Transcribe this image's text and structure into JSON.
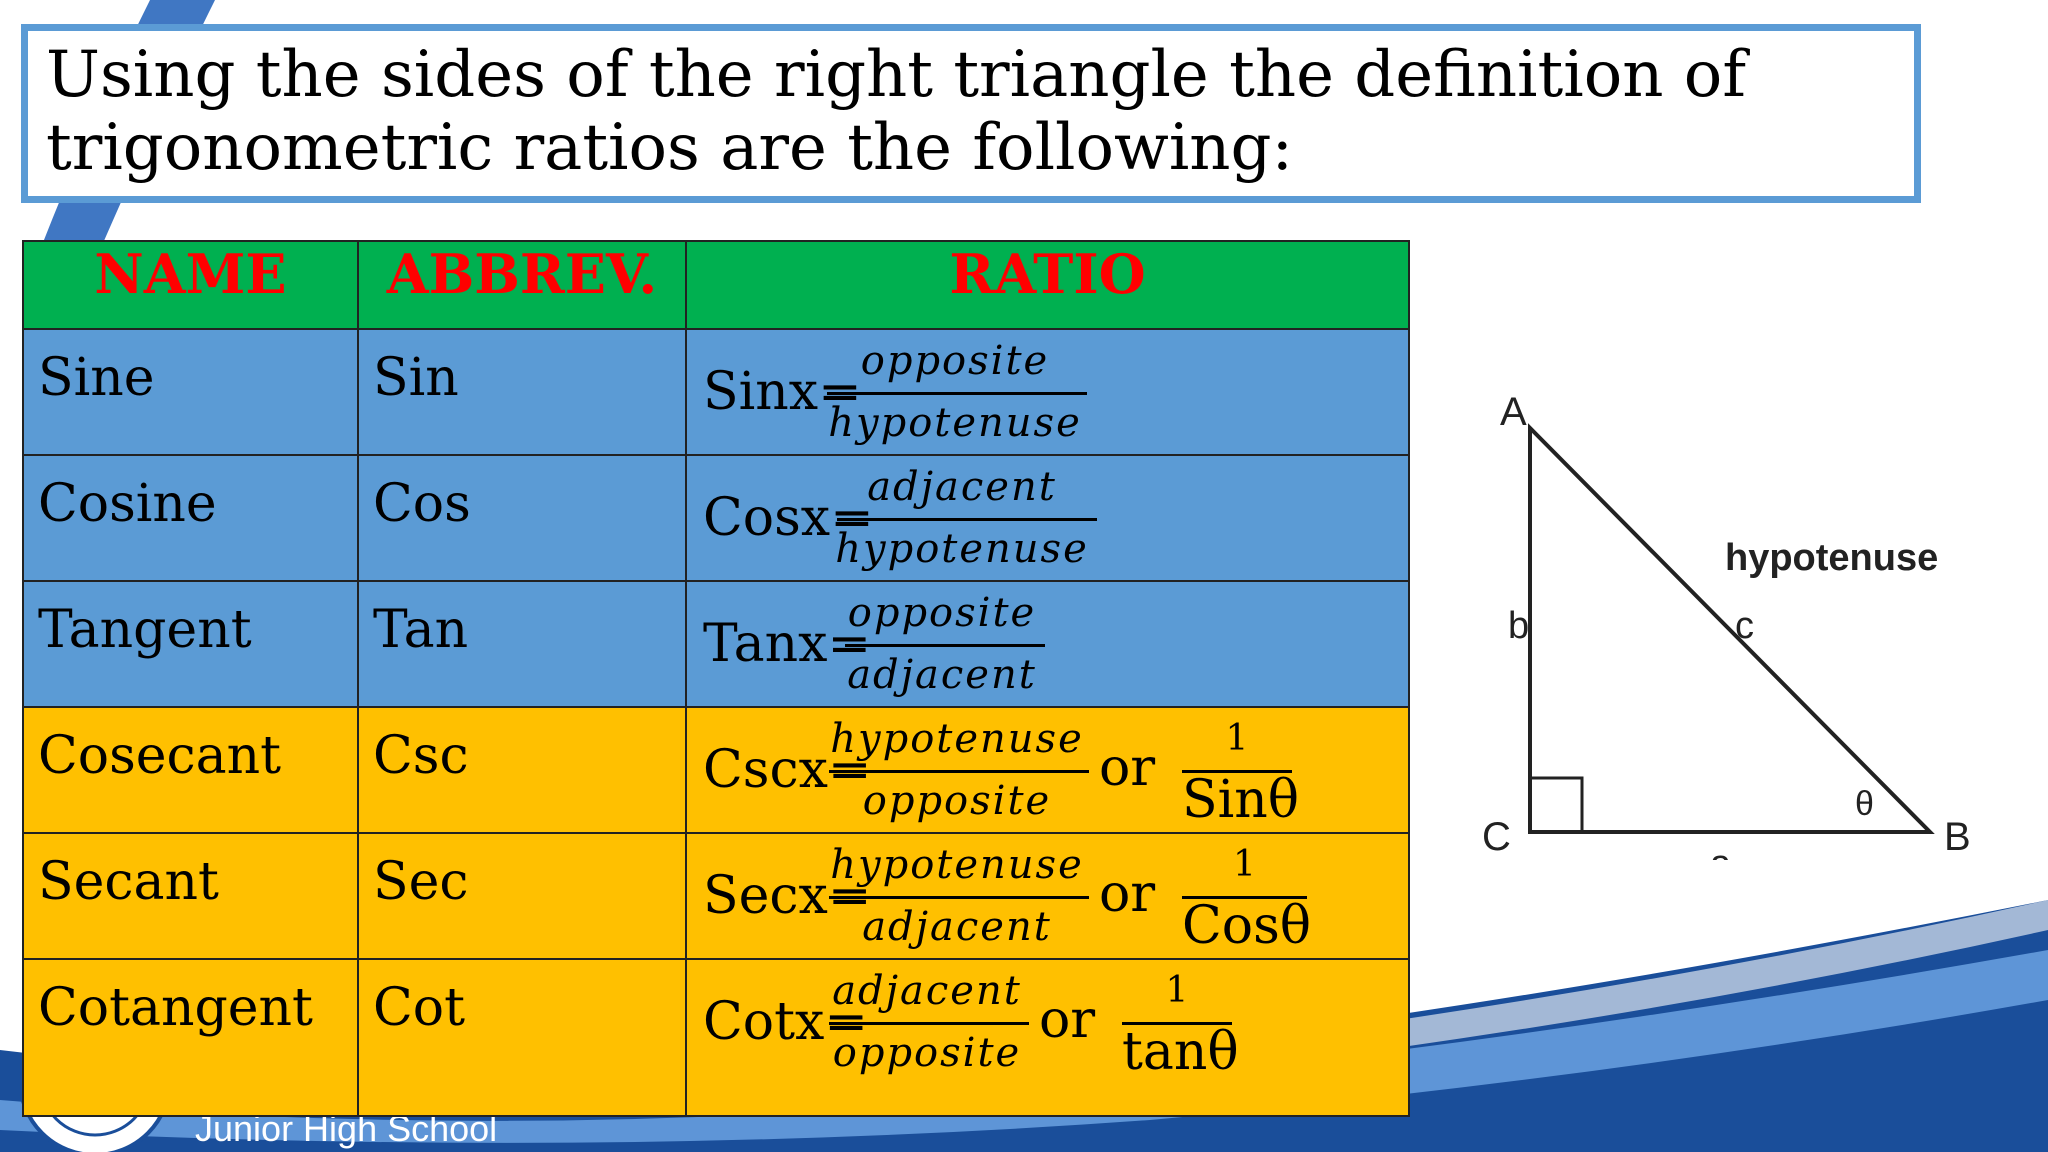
{
  "slide": {
    "title": "Using the sides of the right triangle the definition of\ntrigonometric ratios are the following:",
    "footer_text": "Junior High School"
  },
  "table": {
    "headers": [
      "NAME",
      "ABBREV.",
      "RATIO"
    ],
    "rows": [
      {
        "name": "Sine",
        "abbrev": "Sin",
        "func": "Sinx=",
        "num": "opposite",
        "den": "hypotenuse",
        "alt_num": "",
        "alt_den": ""
      },
      {
        "name": "Cosine",
        "abbrev": "Cos",
        "func": "Cosx=",
        "num": "adjacent",
        "den": "hypotenuse",
        "alt_num": "",
        "alt_den": ""
      },
      {
        "name": "Tangent",
        "abbrev": "Tan",
        "func": "Tanx=",
        "num": "opposite",
        "den": "adjacent",
        "alt_num": "",
        "alt_den": ""
      },
      {
        "name": "Cosecant",
        "abbrev": "Csc",
        "func": "Cscx=",
        "num": "hypotenuse",
        "den": "opposite",
        "or": "or",
        "alt_num": "1",
        "alt_den": "Sinθ"
      },
      {
        "name": "Secant",
        "abbrev": "Sec",
        "func": "Secx=",
        "num": "hypotenuse",
        "den": "adjacent",
        "or": "or",
        "alt_num": "1",
        "alt_den": "Cosθ"
      },
      {
        "name": "Cotangent",
        "abbrev": "Cot",
        "func": "Cotx=",
        "num": "adjacent",
        "den": "opposite",
        "or": "or",
        "alt_num": "1",
        "alt_den": "tanθ"
      }
    ],
    "colors": {
      "header": "#00b050",
      "header_text": "#ff0000",
      "trig": "#5b9bd5",
      "reciprocal": "#ffc000"
    }
  },
  "triangle": {
    "vertex_a": "A",
    "vertex_b": "B",
    "vertex_c": "C",
    "side_a": "a",
    "side_b": "b",
    "side_c": "c",
    "angle": "θ",
    "hypotenuse_label": "hypotenuse"
  },
  "theme": {
    "accent": "#1f5fb8",
    "title_border": "#5b9bd5"
  }
}
